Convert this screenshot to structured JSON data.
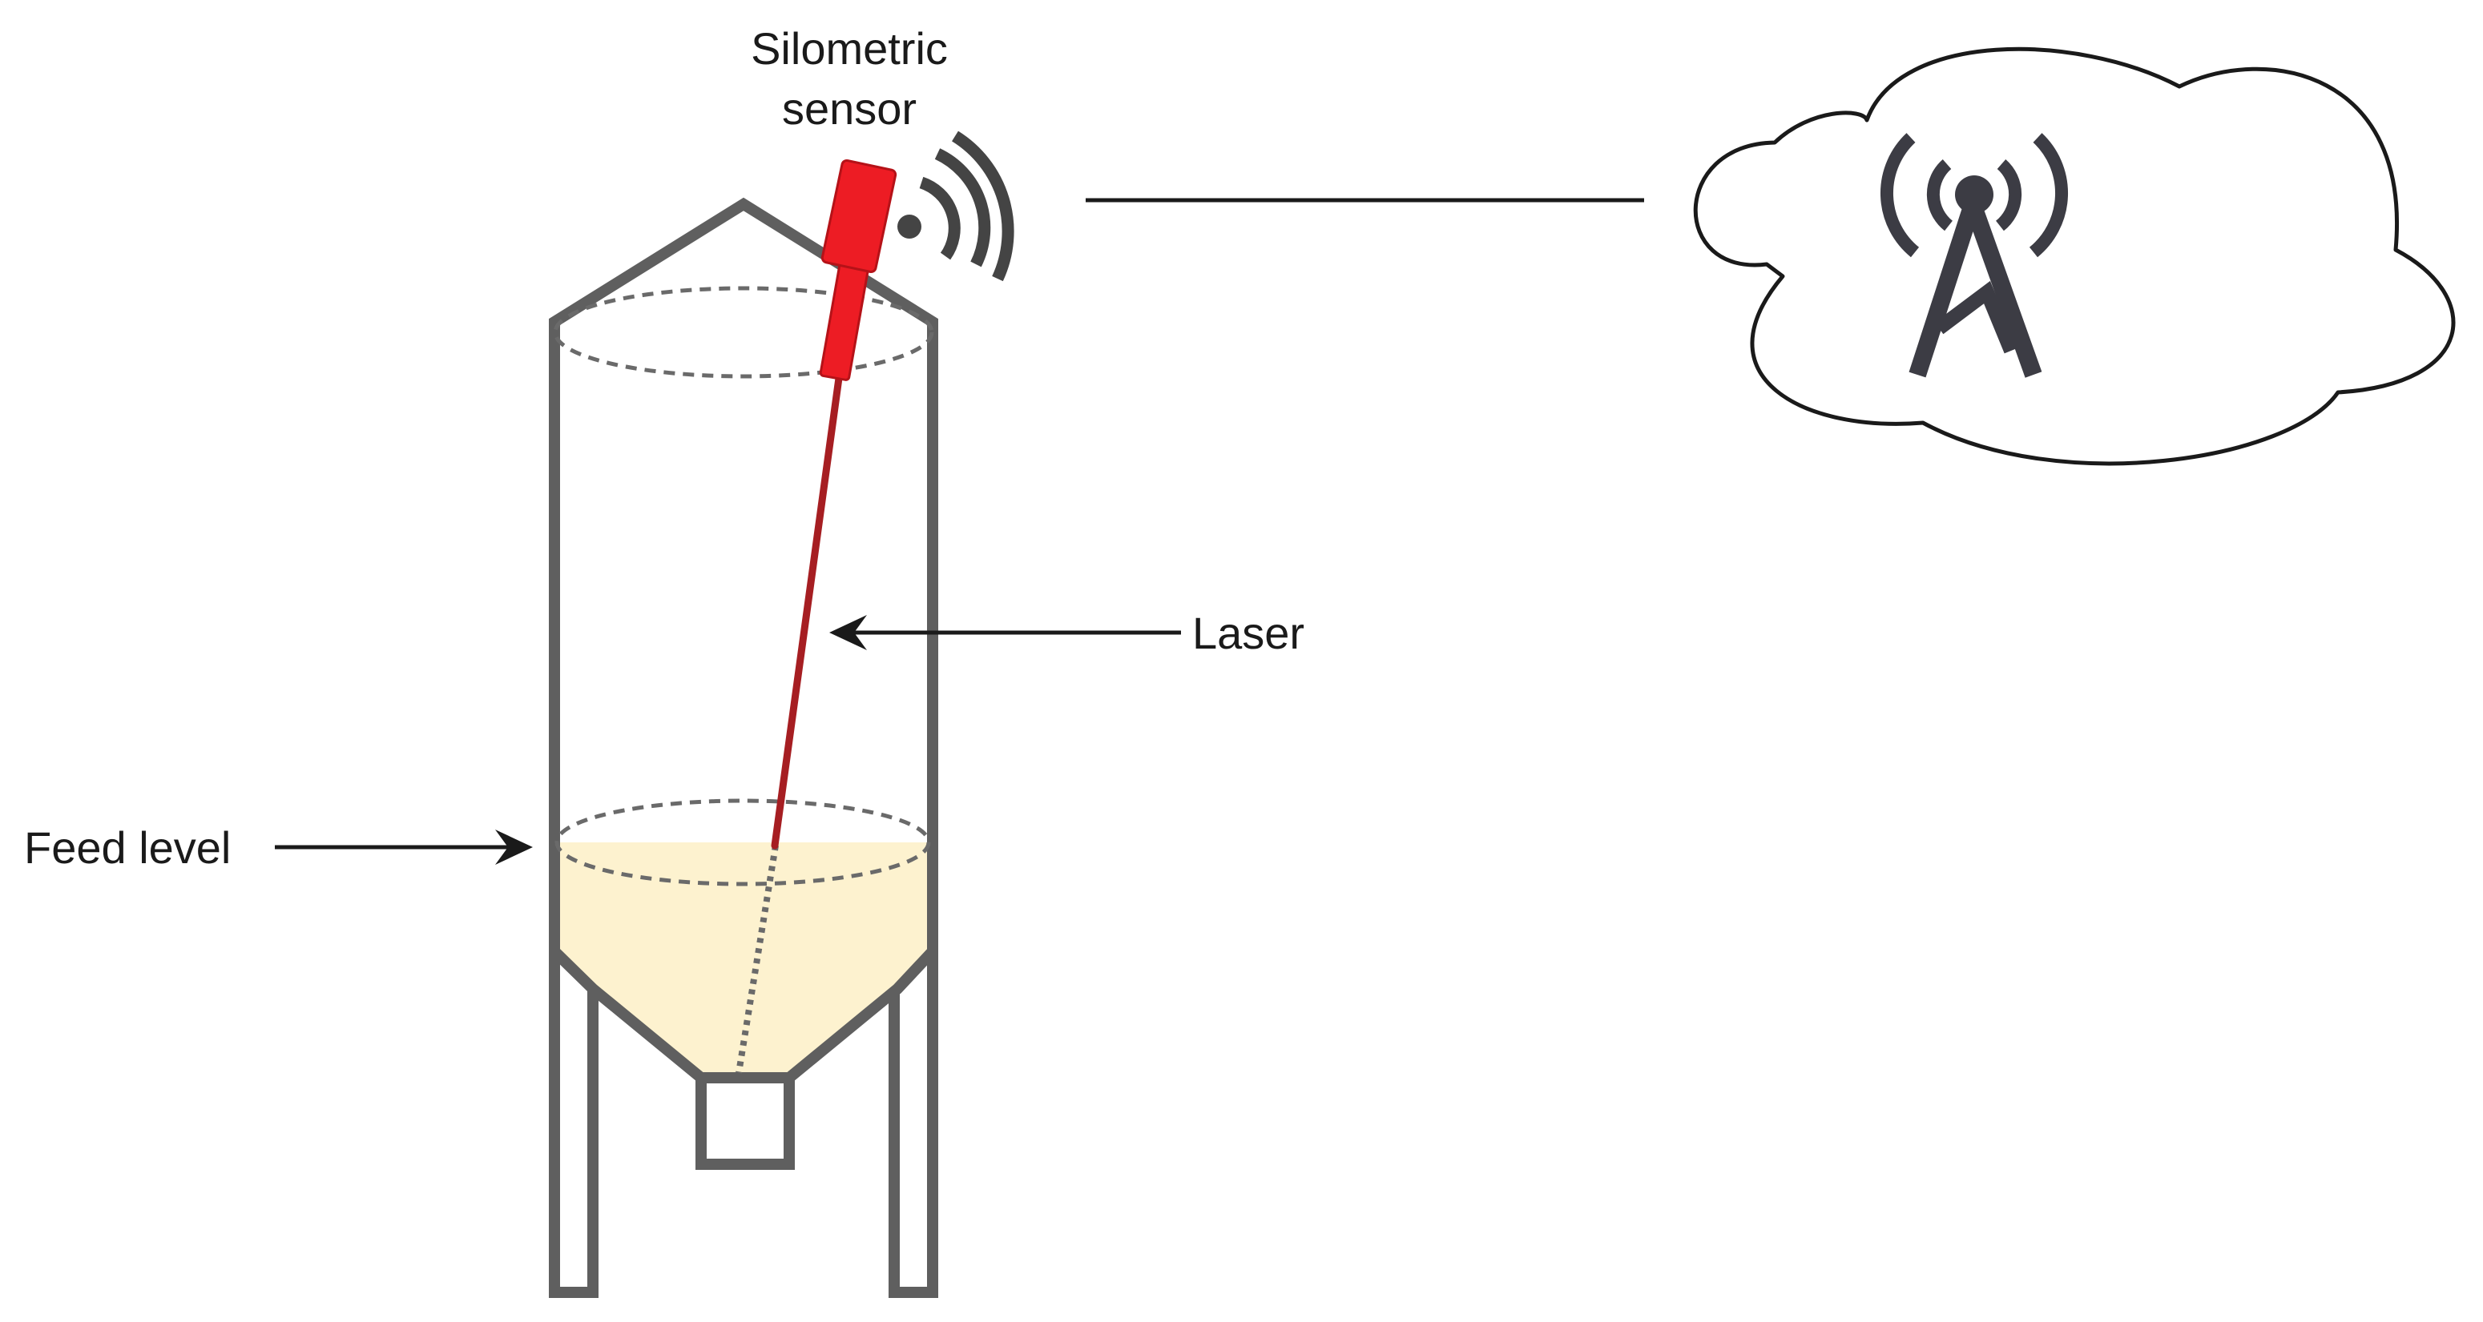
{
  "labels": {
    "sensor_line1": "Silometric",
    "sensor_line2": "sensor",
    "laser": "Laser",
    "feed_level": "Feed level"
  },
  "colors": {
    "silo_outline": "#5f5f5f",
    "feed_fill": "#fdf2cf",
    "sensor_red": "#ed1c24",
    "laser_beam": "#a61e22",
    "icon_dark": "#3c3c44",
    "cloud_outline": "#1a1a1a",
    "text": "#1a1a1a"
  },
  "icons": {
    "sensor_signal": "wireless-signal-icon",
    "cloud": "cloud-icon",
    "tower": "radio-tower-icon"
  }
}
